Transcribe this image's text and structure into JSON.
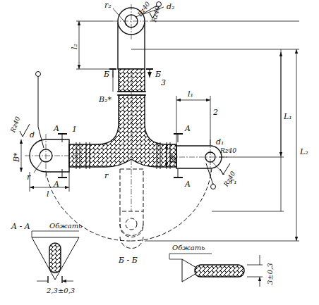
{
  "diagram": {
    "labels": [
      "r₂",
      "Rz40",
      "Rz40",
      "d₂",
      "l₂",
      "Б",
      "Б",
      "3",
      "B₂*",
      "1",
      "A",
      "A",
      "A",
      "A",
      "l₁",
      "d₁",
      "Rz40",
      "B*",
      "Rz40",
      "r₁",
      "2",
      "B*",
      "d",
      "Rz40",
      "r",
      "l",
      "r",
      "L₁",
      "L₂",
      "A - A",
      "Обжать",
      "2,3±0,3",
      "Б - Б",
      "Обжать",
      "3±0,3"
    ]
  }
}
